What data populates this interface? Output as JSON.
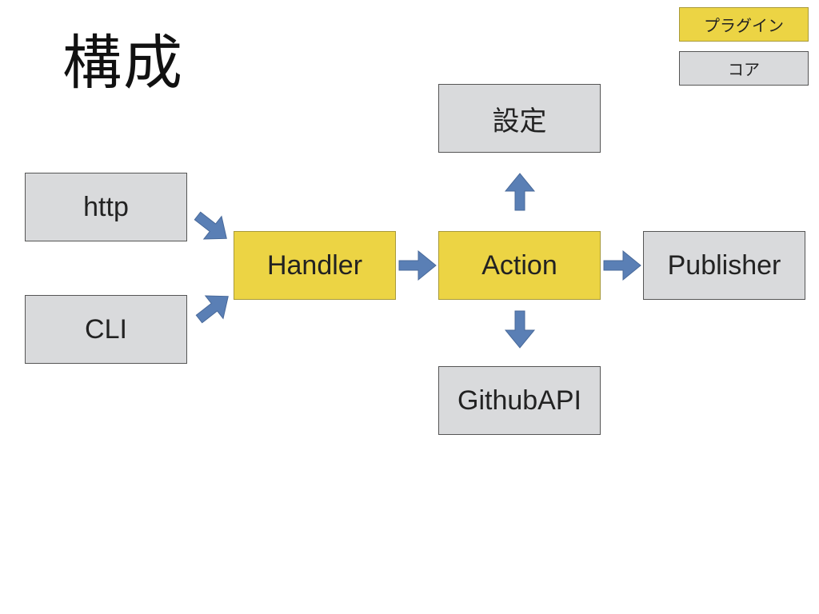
{
  "title": "構成",
  "legend": {
    "plugin_label": "プラグイン",
    "core_label": "コア",
    "plugin_color": "#ecd444",
    "core_color": "#d9dadc"
  },
  "nodes": {
    "http": {
      "label": "http",
      "kind": "core"
    },
    "cli": {
      "label": "CLI",
      "kind": "core"
    },
    "handler": {
      "label": "Handler",
      "kind": "plugin"
    },
    "action": {
      "label": "Action",
      "kind": "plugin"
    },
    "publisher": {
      "label": "Publisher",
      "kind": "core"
    },
    "settings": {
      "label": "設定",
      "kind": "core"
    },
    "githubapi": {
      "label": "GithubAPI",
      "kind": "core"
    }
  },
  "edges": [
    {
      "from": "http",
      "to": "handler"
    },
    {
      "from": "cli",
      "to": "handler"
    },
    {
      "from": "handler",
      "to": "action"
    },
    {
      "from": "action",
      "to": "publisher"
    },
    {
      "from": "action",
      "to": "settings"
    },
    {
      "from": "action",
      "to": "githubapi"
    }
  ],
  "arrow_color": "#5a7fb5"
}
